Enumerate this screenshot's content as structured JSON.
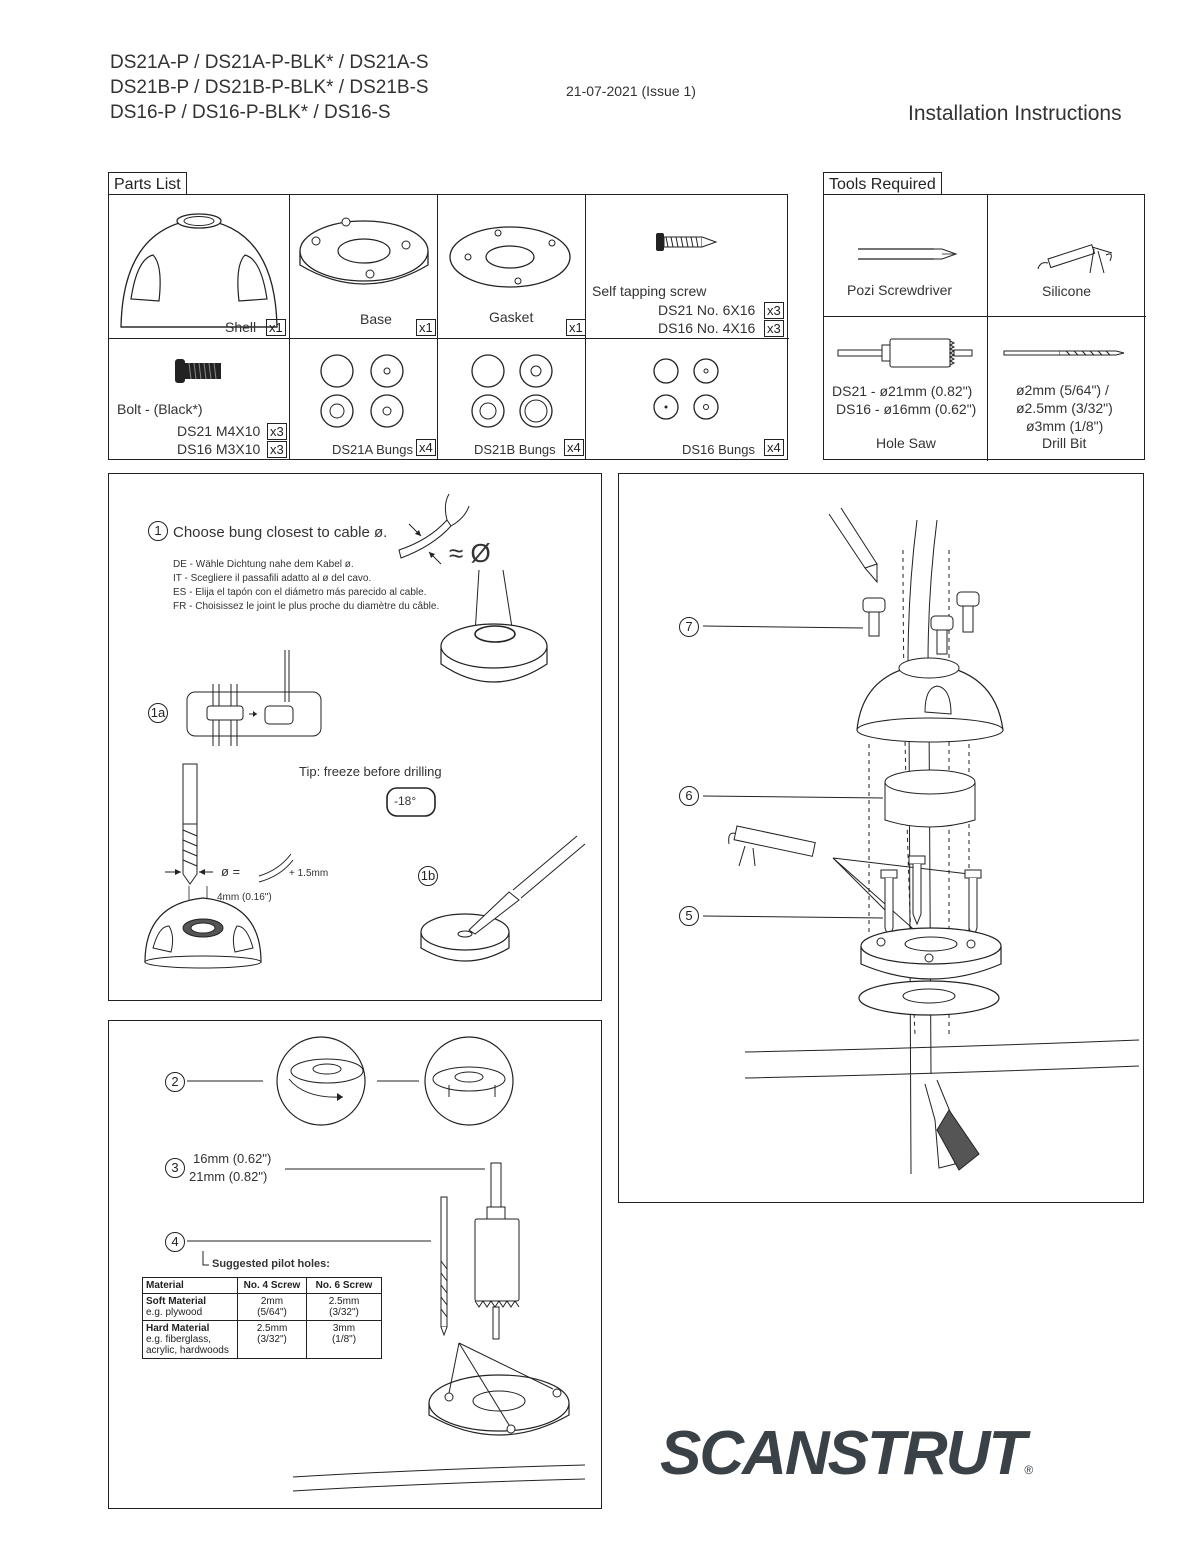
{
  "header": {
    "models": [
      "DS21A-P / DS21A-P-BLK* / DS21A-S",
      "DS21B-P / DS21B-P-BLK* / DS21B-S",
      "DS16-P / DS16-P-BLK* / DS16-S"
    ],
    "date": "21-07-2021 (Issue 1)",
    "title": "Installation Instructions"
  },
  "parts": {
    "tab": "Parts List",
    "shell": {
      "label": "Shell",
      "qty": "x1"
    },
    "base": {
      "label": "Base",
      "qty": "x1"
    },
    "gasket": {
      "label": "Gasket",
      "qty": "x1"
    },
    "screw": {
      "label": "Self tapping screw",
      "line1": "DS21 No. 6X16",
      "qty1": "x3",
      "line2": "DS16 No. 4X16",
      "qty2": "x3"
    },
    "bolt": {
      "label": "Bolt - (Black*)",
      "line1": "DS21 M4X10",
      "qty1": "x3",
      "line2": "DS16 M3X10",
      "qty2": "x3"
    },
    "bungs_a": {
      "label": "DS21A Bungs",
      "qty": "x4"
    },
    "bungs_b": {
      "label": "DS21B  Bungs",
      "qty": "x4"
    },
    "bungs_16": {
      "label": "DS16 Bungs",
      "qty": "x4"
    }
  },
  "tools": {
    "tab": "Tools Required",
    "screwdriver": "Pozi Screwdriver",
    "silicone": "Silicone",
    "holesaw": {
      "line1": "DS21 - ø21mm (0.82\")",
      "line2": "DS16 - ø16mm (0.62\")",
      "label": "Hole Saw"
    },
    "drill": {
      "line1": "ø2mm (5/64\") /",
      "line2": "ø2.5mm (3/32\")",
      "line3": "ø3mm (1/8\")",
      "label": "Drill Bit"
    }
  },
  "step1": {
    "num": "1",
    "text": "Choose bung closest to cable ø.",
    "translations": [
      "DE - Wähle Dichtung nahe dem Kabel ø.",
      "IT - Scegliere il passafili adatto al ø del cavo.",
      "ES - Elija el tapón con el diámetro más parecido al cable.",
      "FR - Choisissez le joint le plus proche du diamètre du câble."
    ],
    "approx": "≈ Ø",
    "sub_a": "1a",
    "tip": "Tip: freeze before drilling",
    "freeze": "-18°",
    "formula": "ø =",
    "plus": "+ 1.5mm",
    "dim": "4mm (0.16\")",
    "sub_b": "1b"
  },
  "steps": {
    "s2": "2",
    "s3": "3",
    "s3_line1": "16mm (0.62\")",
    "s3_line2": "21mm (0.82\")",
    "s4": "4",
    "s4_caption": "Suggested pilot holes:",
    "s5": "5",
    "s6": "6",
    "s7": "7"
  },
  "pilot_table": {
    "headers": [
      "Material",
      "No. 4 Screw",
      "No. 6 Screw"
    ],
    "rows": [
      {
        "material": "Soft Material",
        "example": "e.g. plywood",
        "no4": "2mm",
        "no4_in": "(5/64\")",
        "no6": "2.5mm",
        "no6_in": "(3/32\")"
      },
      {
        "material": "Hard Material",
        "example": "e.g. fiberglass,",
        "example2": "acrylic, hardwoods",
        "no4": "2.5mm",
        "no4_in": "(3/32\")",
        "no6": "3mm",
        "no6_in": "(1/8\")"
      }
    ]
  },
  "brand": "SCANSTRUT",
  "brand_mark": "®"
}
